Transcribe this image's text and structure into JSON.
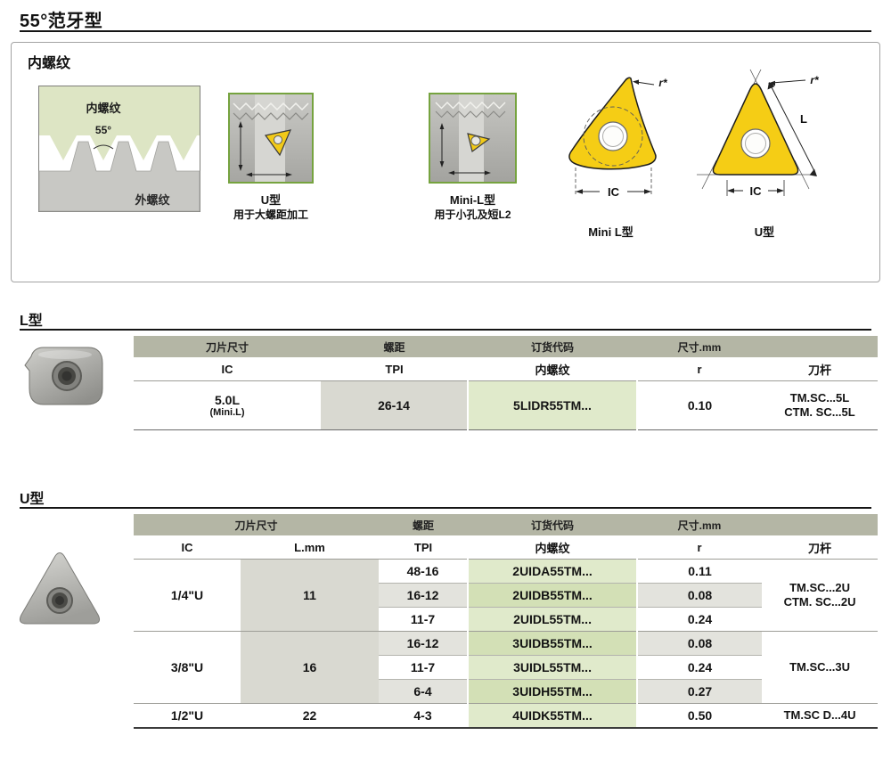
{
  "page_title": "55°范牙型",
  "intro": {
    "heading": "内螺纹",
    "thread_diagram": {
      "internal_label": "内螺纹",
      "angle_label": "55°",
      "external_label": "外螺纹"
    },
    "u_photo": {
      "caption": "U型",
      "subcaption": "用于大螺距加工"
    },
    "minil_photo": {
      "caption": "Mini-L型",
      "subcaption": "用于小孔及短L2"
    },
    "minil_drawing": {
      "r_label": "r*",
      "ic_label": "IC",
      "caption": "Mini L型"
    },
    "u_drawing": {
      "r_label": "r*",
      "l_label": "L",
      "ic_label": "IC",
      "caption": "U型"
    }
  },
  "l_section": {
    "heading": "L型",
    "table": {
      "group_headers": [
        "刀片尺寸",
        "螺距",
        "订货代码",
        "尺寸.mm"
      ],
      "col_headers": [
        "IC",
        "TPI",
        "内螺纹",
        "r",
        "刀杆"
      ],
      "row": {
        "ic": "5.0L",
        "ic_sub": "(Mini.L)",
        "tpi": "26-14",
        "code": "5LIDR55TM...",
        "r": "0.10",
        "holder_1": "TM.SC...5L",
        "holder_2": "CTM. SC...5L"
      }
    }
  },
  "u_section": {
    "heading": "U型",
    "table": {
      "group_headers": [
        "刀片尺寸",
        "螺距",
        "订货代码",
        "尺寸.mm"
      ],
      "col_headers": [
        "IC",
        "L.mm",
        "TPI",
        "内螺纹",
        "r",
        "刀杆"
      ],
      "groups": [
        {
          "ic": "1/4\"U",
          "l_mm": "11",
          "rows": [
            {
              "tpi": "48-16",
              "code": "2UIDA55TM...",
              "r": "0.11"
            },
            {
              "tpi": "16-12",
              "code": "2UIDB55TM...",
              "r": "0.08"
            },
            {
              "tpi": "11-7",
              "code": "2UIDL55TM...",
              "r": "0.24"
            }
          ],
          "holder_1": "TM.SC...2U",
          "holder_2": "CTM. SC...2U"
        },
        {
          "ic": "3/8\"U",
          "l_mm": "16",
          "rows": [
            {
              "tpi": "16-12",
              "code": "3UIDB55TM...",
              "r": "0.08"
            },
            {
              "tpi": "11-7",
              "code": "3UIDL55TM...",
              "r": "0.24"
            },
            {
              "tpi": "6-4",
              "code": "3UIDH55TM...",
              "r": "0.27"
            }
          ],
          "holder_1": "TM.SC...3U"
        },
        {
          "ic": "1/2\"U",
          "l_mm": "22",
          "rows": [
            {
              "tpi": "4-3",
              "code": "4UIDK55TM...",
              "r": "0.50"
            }
          ],
          "holder_1": "TM.SC D...4U"
        }
      ]
    }
  },
  "colors": {
    "header_band": "#b4b6a5",
    "code_cell_light": "#e0eacb",
    "code_cell_dark": "#d3e0b6",
    "row_gray": "#e3e3dd",
    "cell_gray": "#d9d9d1",
    "insert_yellow": "#f5cd15",
    "photo_frame_green": "#76a33f"
  }
}
